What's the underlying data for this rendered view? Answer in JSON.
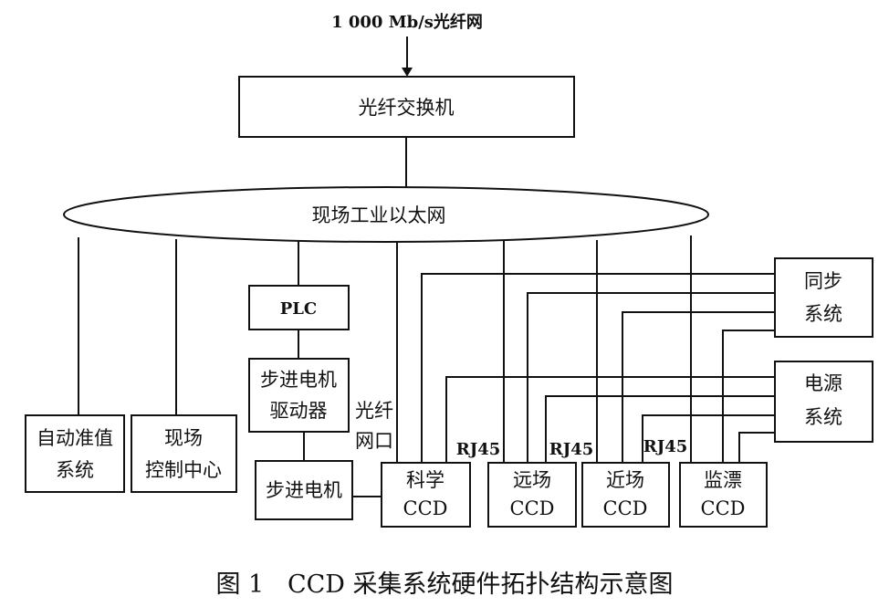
{
  "network": {
    "fiber_net": "1 000 Mb/s光纤网",
    "switch": "光纤交换机",
    "ethernet": "现场工业以太网"
  },
  "nodes": {
    "auto_align": [
      "自动准值",
      "系统"
    ],
    "control_center": [
      "现场",
      "控制中心"
    ],
    "plc": "PLC",
    "stepper_driver": [
      "步进电机",
      "驱动器"
    ],
    "stepper_motor": "步进电机",
    "fiber_port": [
      "光纤",
      "网口"
    ],
    "sync_system": [
      "同步",
      "系统"
    ],
    "power_system": [
      "电源",
      "系统"
    ]
  },
  "ccds": [
    {
      "name": "科学",
      "type": "CCD"
    },
    {
      "name": "远场",
      "type": "CCD"
    },
    {
      "name": "近场",
      "type": "CCD"
    },
    {
      "name": "监漂",
      "type": "CCD"
    }
  ],
  "port_labels": [
    "RJ45",
    "RJ45",
    "RJ45"
  ],
  "caption": "图 1   CCD 采集系统硬件拓扑结构示意图"
}
